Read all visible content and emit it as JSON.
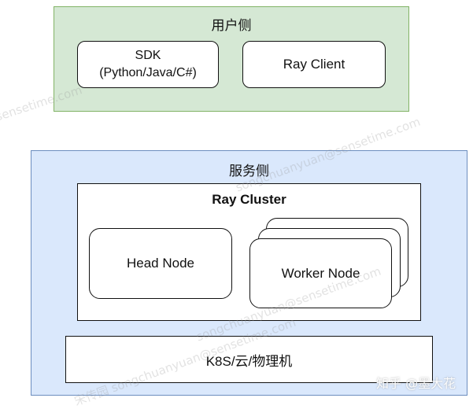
{
  "user_side": {
    "title": "用户侧",
    "sdk_label": "SDK",
    "sdk_sublabel": "(Python/Java/C#)",
    "ray_client_label": "Ray Client"
  },
  "service_side": {
    "title": "服务侧",
    "ray_cluster": {
      "title": "Ray Cluster",
      "head_node_label": "Head Node",
      "worker_node_label": "Worker Node"
    },
    "infrastructure_label": "K8S/云/物理机"
  },
  "watermarks": {
    "text_1": "sensetime.com",
    "text_2": "songchuanyuan@sensetime.com",
    "text_3": "songchuanyuan@sensetime.com",
    "text_4": "宋传园 songchuanyuan@sensetime.com"
  },
  "signature": "知乎 @墨大花",
  "colors": {
    "user_side_fill": "#d5e8d4",
    "user_side_border": "#82b366",
    "service_side_fill": "#dae8fc",
    "service_side_border": "#6c8ebf"
  }
}
